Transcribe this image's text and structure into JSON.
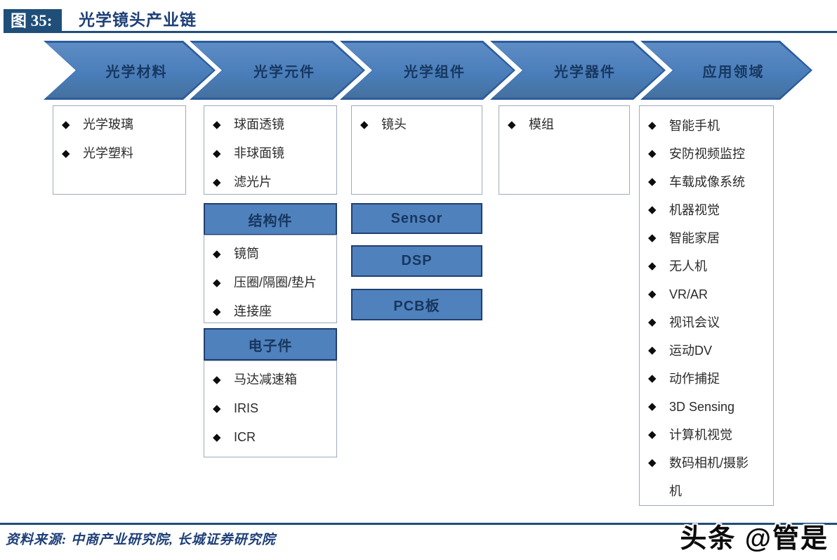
{
  "figure": {
    "label": "图 35:",
    "title": "光学镜头产业链",
    "source": "资料来源: 中商产业研究院, 长城证券研究院",
    "watermark": "头条 @管是"
  },
  "stages": [
    {
      "label": "光学材料"
    },
    {
      "label": "光学元件"
    },
    {
      "label": "光学组件"
    },
    {
      "label": "光学器件"
    },
    {
      "label": "应用领域"
    }
  ],
  "columns": {
    "materials": {
      "items": [
        "光学玻璃",
        "光学塑料"
      ]
    },
    "elements": {
      "lens_items": [
        "球面透镜",
        "非球面镜",
        "滤光片"
      ],
      "structural": {
        "header": "结构件",
        "items": [
          "镜筒",
          "压圈/隔圈/垫片",
          "连接座"
        ]
      },
      "electronic": {
        "header": "电子件",
        "items": [
          "马达减速箱",
          "IRIS",
          "ICR"
        ]
      }
    },
    "assemblies": {
      "items": [
        "镜头"
      ],
      "modules": [
        {
          "label": "Sensor"
        },
        {
          "label": "DSP"
        },
        {
          "label": "PCB板"
        }
      ]
    },
    "devices": {
      "items": [
        "模组"
      ]
    },
    "applications": {
      "items": [
        "智能手机",
        "安防视频监控",
        "车载成像系统",
        "机器视觉",
        "智能家居",
        "无人机",
        "VR/AR",
        "视讯会议",
        "运动DV",
        "动作捕捉",
        "3D Sensing",
        "计算机视觉",
        "数码相机/摄影机"
      ]
    }
  },
  "colors": {
    "navy": "#1f4e79",
    "title_text": "#1d3f78",
    "arrow_fill": "#4a7ebb",
    "arrow_border": "#2b5c9e",
    "stage_text": "#17375e",
    "header_box_fill": "#4f81bd",
    "header_box_border": "#20406f"
  }
}
